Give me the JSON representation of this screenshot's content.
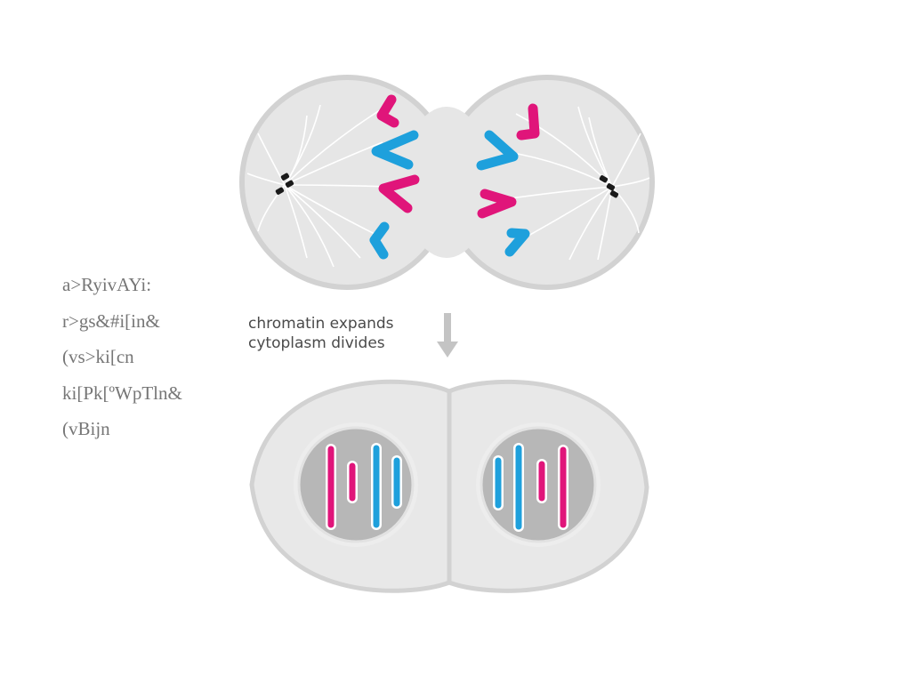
{
  "side_notes": [
    "a>RyivAYi:",
    "r>gs&#i[in&",
    "(vs>ki[cn",
    "ki[Pk[ºWpTln&",
    "(vBijn"
  ],
  "caption": {
    "line1": "chromatin expands",
    "line2": "cytoplasm divides"
  },
  "colors": {
    "cell_fill": "#e6e6e6",
    "cell_outline": "#d2d2d2",
    "nucleus_fill": "#b5b5b5",
    "magenta": "#e0157a",
    "cyan": "#1ea0dc",
    "centrosome": "#1a1a1a",
    "arrow": "#c4c4c4"
  }
}
